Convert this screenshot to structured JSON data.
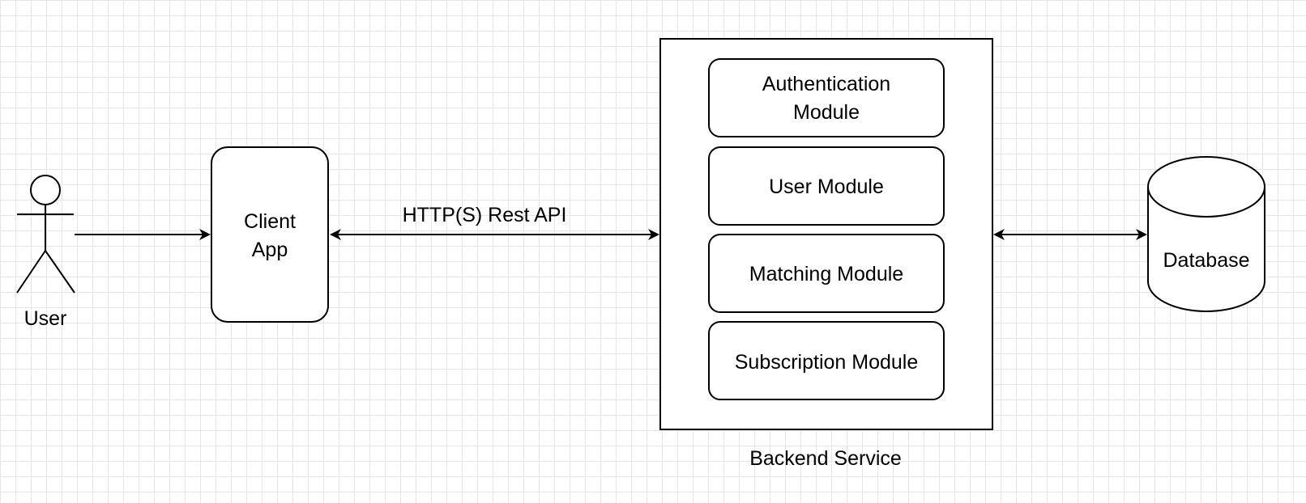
{
  "diagram": {
    "user": {
      "label": "User"
    },
    "client_app": {
      "line1": "Client",
      "line2": "App"
    },
    "api_edge": {
      "label": "HTTP(S) Rest API"
    },
    "backend": {
      "label": "Backend Service",
      "modules": [
        {
          "line1": "Authentication",
          "line2": "Module"
        },
        {
          "line1": "User Module"
        },
        {
          "line1": "Matching Module"
        },
        {
          "line1": "Subscription Module"
        }
      ]
    },
    "database": {
      "label": "Database"
    }
  },
  "colors": {
    "stroke": "#000000",
    "grid": "#e6e6e6",
    "background": "#ffffff"
  }
}
